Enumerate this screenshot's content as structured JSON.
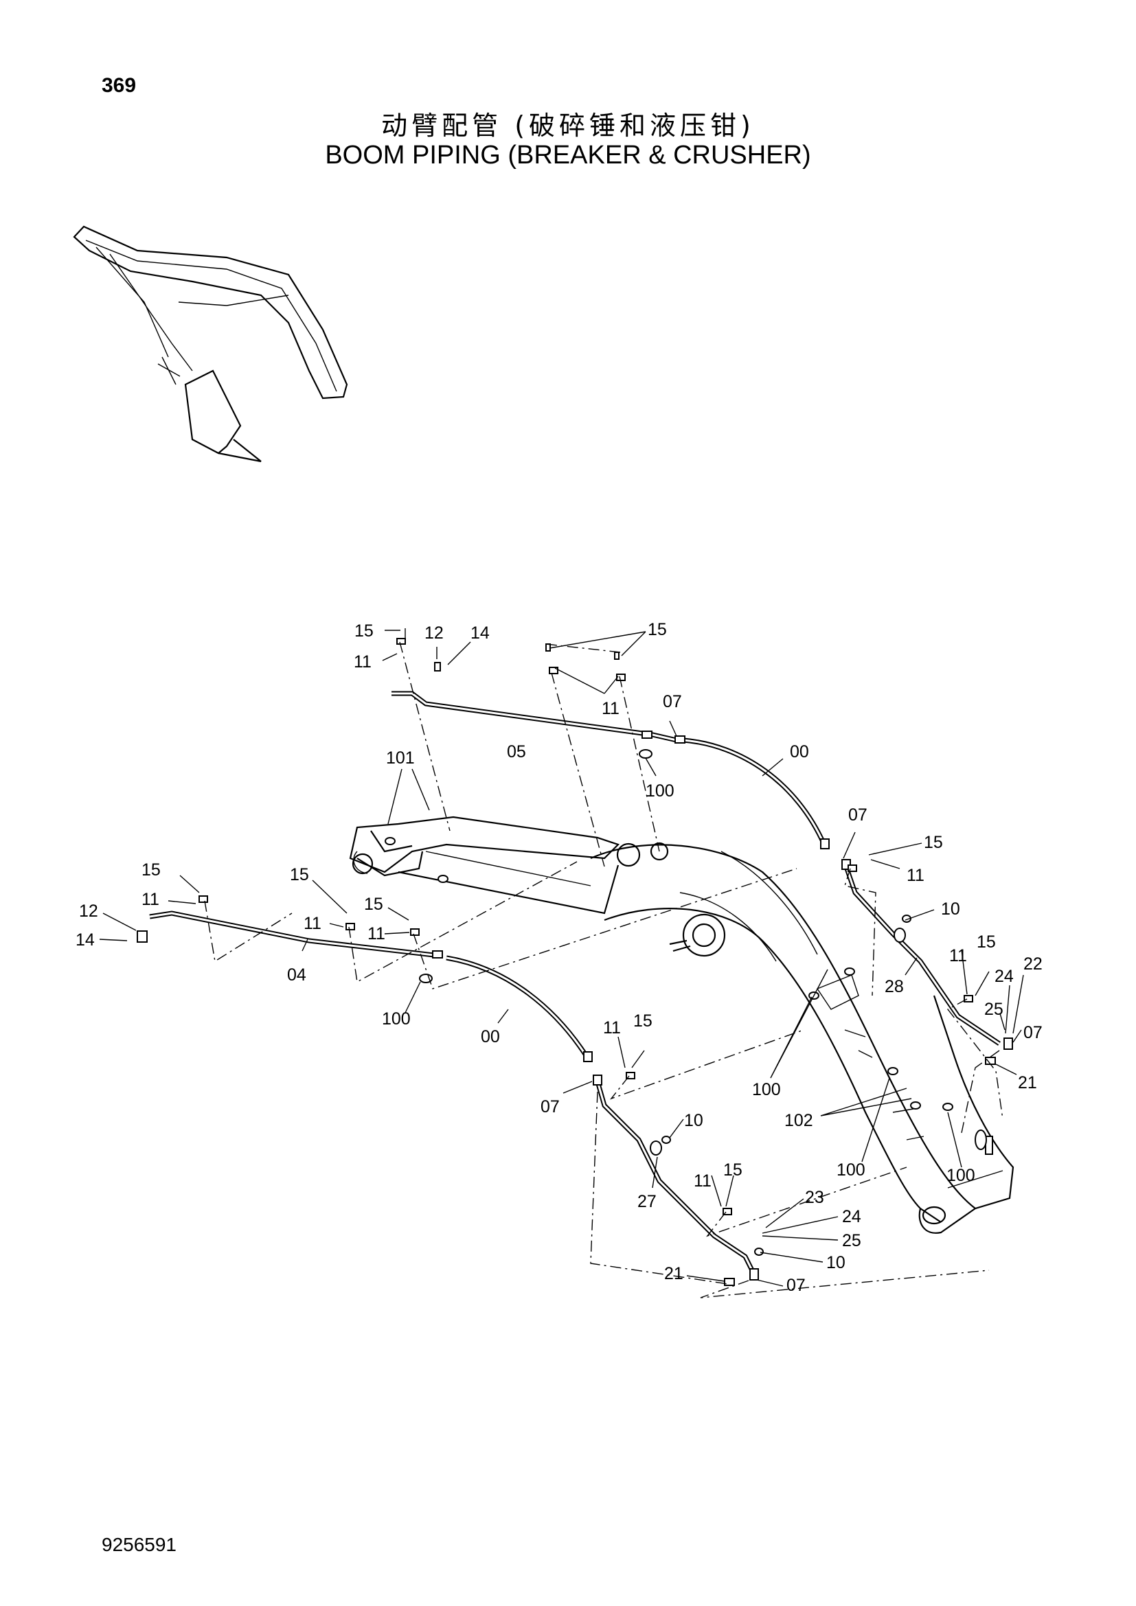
{
  "page_number": "369",
  "title_cn": "动臂配管 (破碎锤和液压钳)",
  "title_en": "BOOM  PIPING  (BREAKER & CRUSHER)",
  "doc_number": "9256591",
  "callouts": [
    {
      "id": "c1",
      "text": "15"
    },
    {
      "id": "c2",
      "text": "11"
    },
    {
      "id": "c3",
      "text": "12"
    },
    {
      "id": "c4",
      "text": "14"
    },
    {
      "id": "c5",
      "text": "15"
    },
    {
      "id": "c6",
      "text": "11"
    },
    {
      "id": "c7",
      "text": "07"
    },
    {
      "id": "c8",
      "text": "05"
    },
    {
      "id": "c9",
      "text": "00"
    },
    {
      "id": "c10",
      "text": "100"
    },
    {
      "id": "c11",
      "text": "101"
    },
    {
      "id": "c12",
      "text": "07"
    },
    {
      "id": "c13",
      "text": "15"
    },
    {
      "id": "c14",
      "text": "11"
    },
    {
      "id": "c15",
      "text": "10"
    },
    {
      "id": "c16",
      "text": "15"
    },
    {
      "id": "c17",
      "text": "11"
    },
    {
      "id": "c18",
      "text": "12"
    },
    {
      "id": "c19",
      "text": "14"
    },
    {
      "id": "c20",
      "text": "15"
    },
    {
      "id": "c21",
      "text": "11"
    },
    {
      "id": "c22",
      "text": "15"
    },
    {
      "id": "c23",
      "text": "11"
    },
    {
      "id": "c24",
      "text": "04"
    },
    {
      "id": "c25",
      "text": "100"
    },
    {
      "id": "c26",
      "text": "00"
    },
    {
      "id": "c27",
      "text": "11"
    },
    {
      "id": "c28",
      "text": "15"
    },
    {
      "id": "c29",
      "text": "07"
    },
    {
      "id": "c30",
      "text": "10"
    },
    {
      "id": "c31",
      "text": "100"
    },
    {
      "id": "c32",
      "text": "11"
    },
    {
      "id": "c33",
      "text": "15"
    },
    {
      "id": "c34",
      "text": "24"
    },
    {
      "id": "c35",
      "text": "22"
    },
    {
      "id": "c36",
      "text": "28"
    },
    {
      "id": "c37",
      "text": "25"
    },
    {
      "id": "c38",
      "text": "07"
    },
    {
      "id": "c39",
      "text": "21"
    },
    {
      "id": "c40",
      "text": "102"
    },
    {
      "id": "c41",
      "text": "100"
    },
    {
      "id": "c42",
      "text": "100"
    },
    {
      "id": "c43",
      "text": "11"
    },
    {
      "id": "c44",
      "text": "15"
    },
    {
      "id": "c45",
      "text": "27"
    },
    {
      "id": "c46",
      "text": "23"
    },
    {
      "id": "c47",
      "text": "24"
    },
    {
      "id": "c48",
      "text": "25"
    },
    {
      "id": "c49",
      "text": "10"
    },
    {
      "id": "c50",
      "text": "21"
    },
    {
      "id": "c51",
      "text": "07"
    }
  ]
}
